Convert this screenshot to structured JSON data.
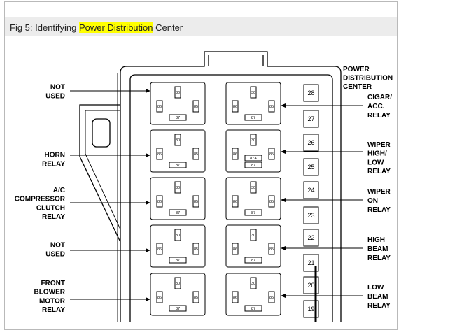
{
  "figure": {
    "caption_prefix": "Fig 5: Identifying ",
    "caption_highlight": "Power Distribution",
    "caption_suffix": " Center",
    "highlight_color": "#ffff00"
  },
  "title": [
    "POWER",
    "DISTRIBUTION",
    "CENTER"
  ],
  "left_labels": [
    [
      "NOT",
      "USED"
    ],
    [
      "HORN",
      "RELAY"
    ],
    [
      "A/C",
      "COMPRESSOR",
      "CLUTCH",
      "RELAY"
    ],
    [
      "NOT",
      "USED"
    ],
    [
      "FRONT",
      "BLOWER",
      "MOTOR",
      "RELAY"
    ]
  ],
  "right_labels": [
    [
      "CIGAR/",
      "ACC.",
      "RELAY"
    ],
    [
      "WIPER",
      "HIGH/",
      "LOW",
      "RELAY"
    ],
    [
      "WIPER",
      "ON",
      "RELAY"
    ],
    [
      "HIGH",
      "BEAM",
      "RELAY"
    ],
    [
      "LOW",
      "BEAM",
      "RELAY"
    ]
  ],
  "fuses": [
    "28",
    "27",
    "26",
    "25",
    "24",
    "23",
    "22",
    "21",
    "20",
    "19"
  ],
  "relay_pins": {
    "p30": "30",
    "p86": "86",
    "p85": "85",
    "p87": "87",
    "p87a": "87A"
  }
}
